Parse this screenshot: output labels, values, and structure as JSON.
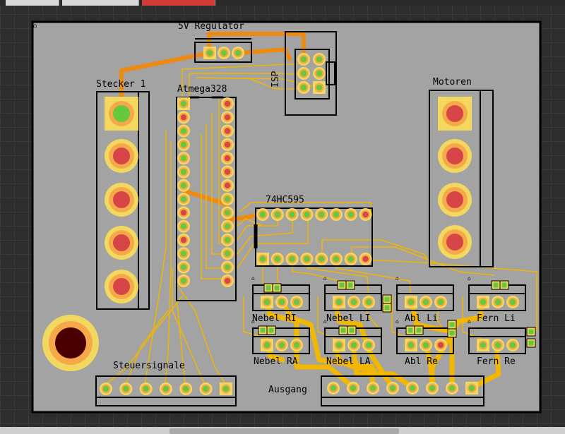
{
  "window": {
    "tabs": [
      "",
      "",
      ""
    ]
  },
  "board": {
    "labels": {
      "regulator": "5V Regulator",
      "isp": "ISP",
      "stecker": "Stecker 1",
      "mcu": "Atmega328",
      "motoren": "Motoren",
      "shift": "74HC595",
      "steuer": "Steuersignale",
      "ausgang": "Ausgang",
      "nebel_ri": "Nebel RI",
      "nebel_li": "Nebel LI",
      "abl_li": "Abl Li",
      "fern_li": "Fern Li",
      "nebel_ra": "Nebel RA",
      "nebel_la": "Nebel LA",
      "abl_re": "Abl Re",
      "fern_re": "Fern Re"
    }
  },
  "colors": {
    "board": "#a3a3a3",
    "trace": "#f2b700",
    "power_trace": "#ee8a10",
    "pad_orange": "#f5a94a",
    "pad_yellow": "#f3d85f",
    "pad_green": "#66c83c",
    "pad_red": "#d64646",
    "silkscreen": "#000000"
  }
}
